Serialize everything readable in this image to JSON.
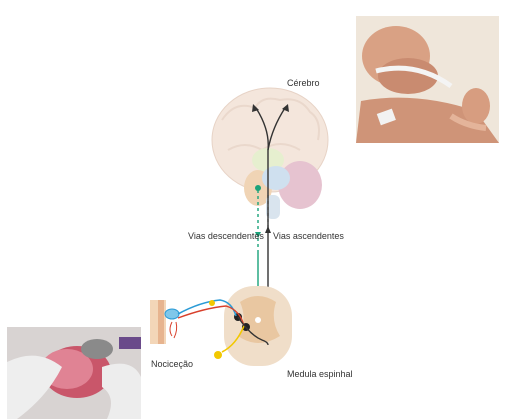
{
  "labels": {
    "brain": "Cérebro",
    "descending": "Vias descendentes",
    "ascending": "Vias ascendentes",
    "nociception": "Nociceção",
    "spinal_cord": "Medula espinhal"
  },
  "colors": {
    "descending_path": "#1aa37a",
    "ascending_path": "#333333",
    "nerve_blue": "#2b9bd6",
    "nerve_red": "#d8402c",
    "nerve_yellow": "#f2c800",
    "skin": "#f3d6b8"
  },
  "photos": {
    "top_right": "photo-premature-infant",
    "bottom_left": "photo-heel-prick-gloved-hands"
  }
}
